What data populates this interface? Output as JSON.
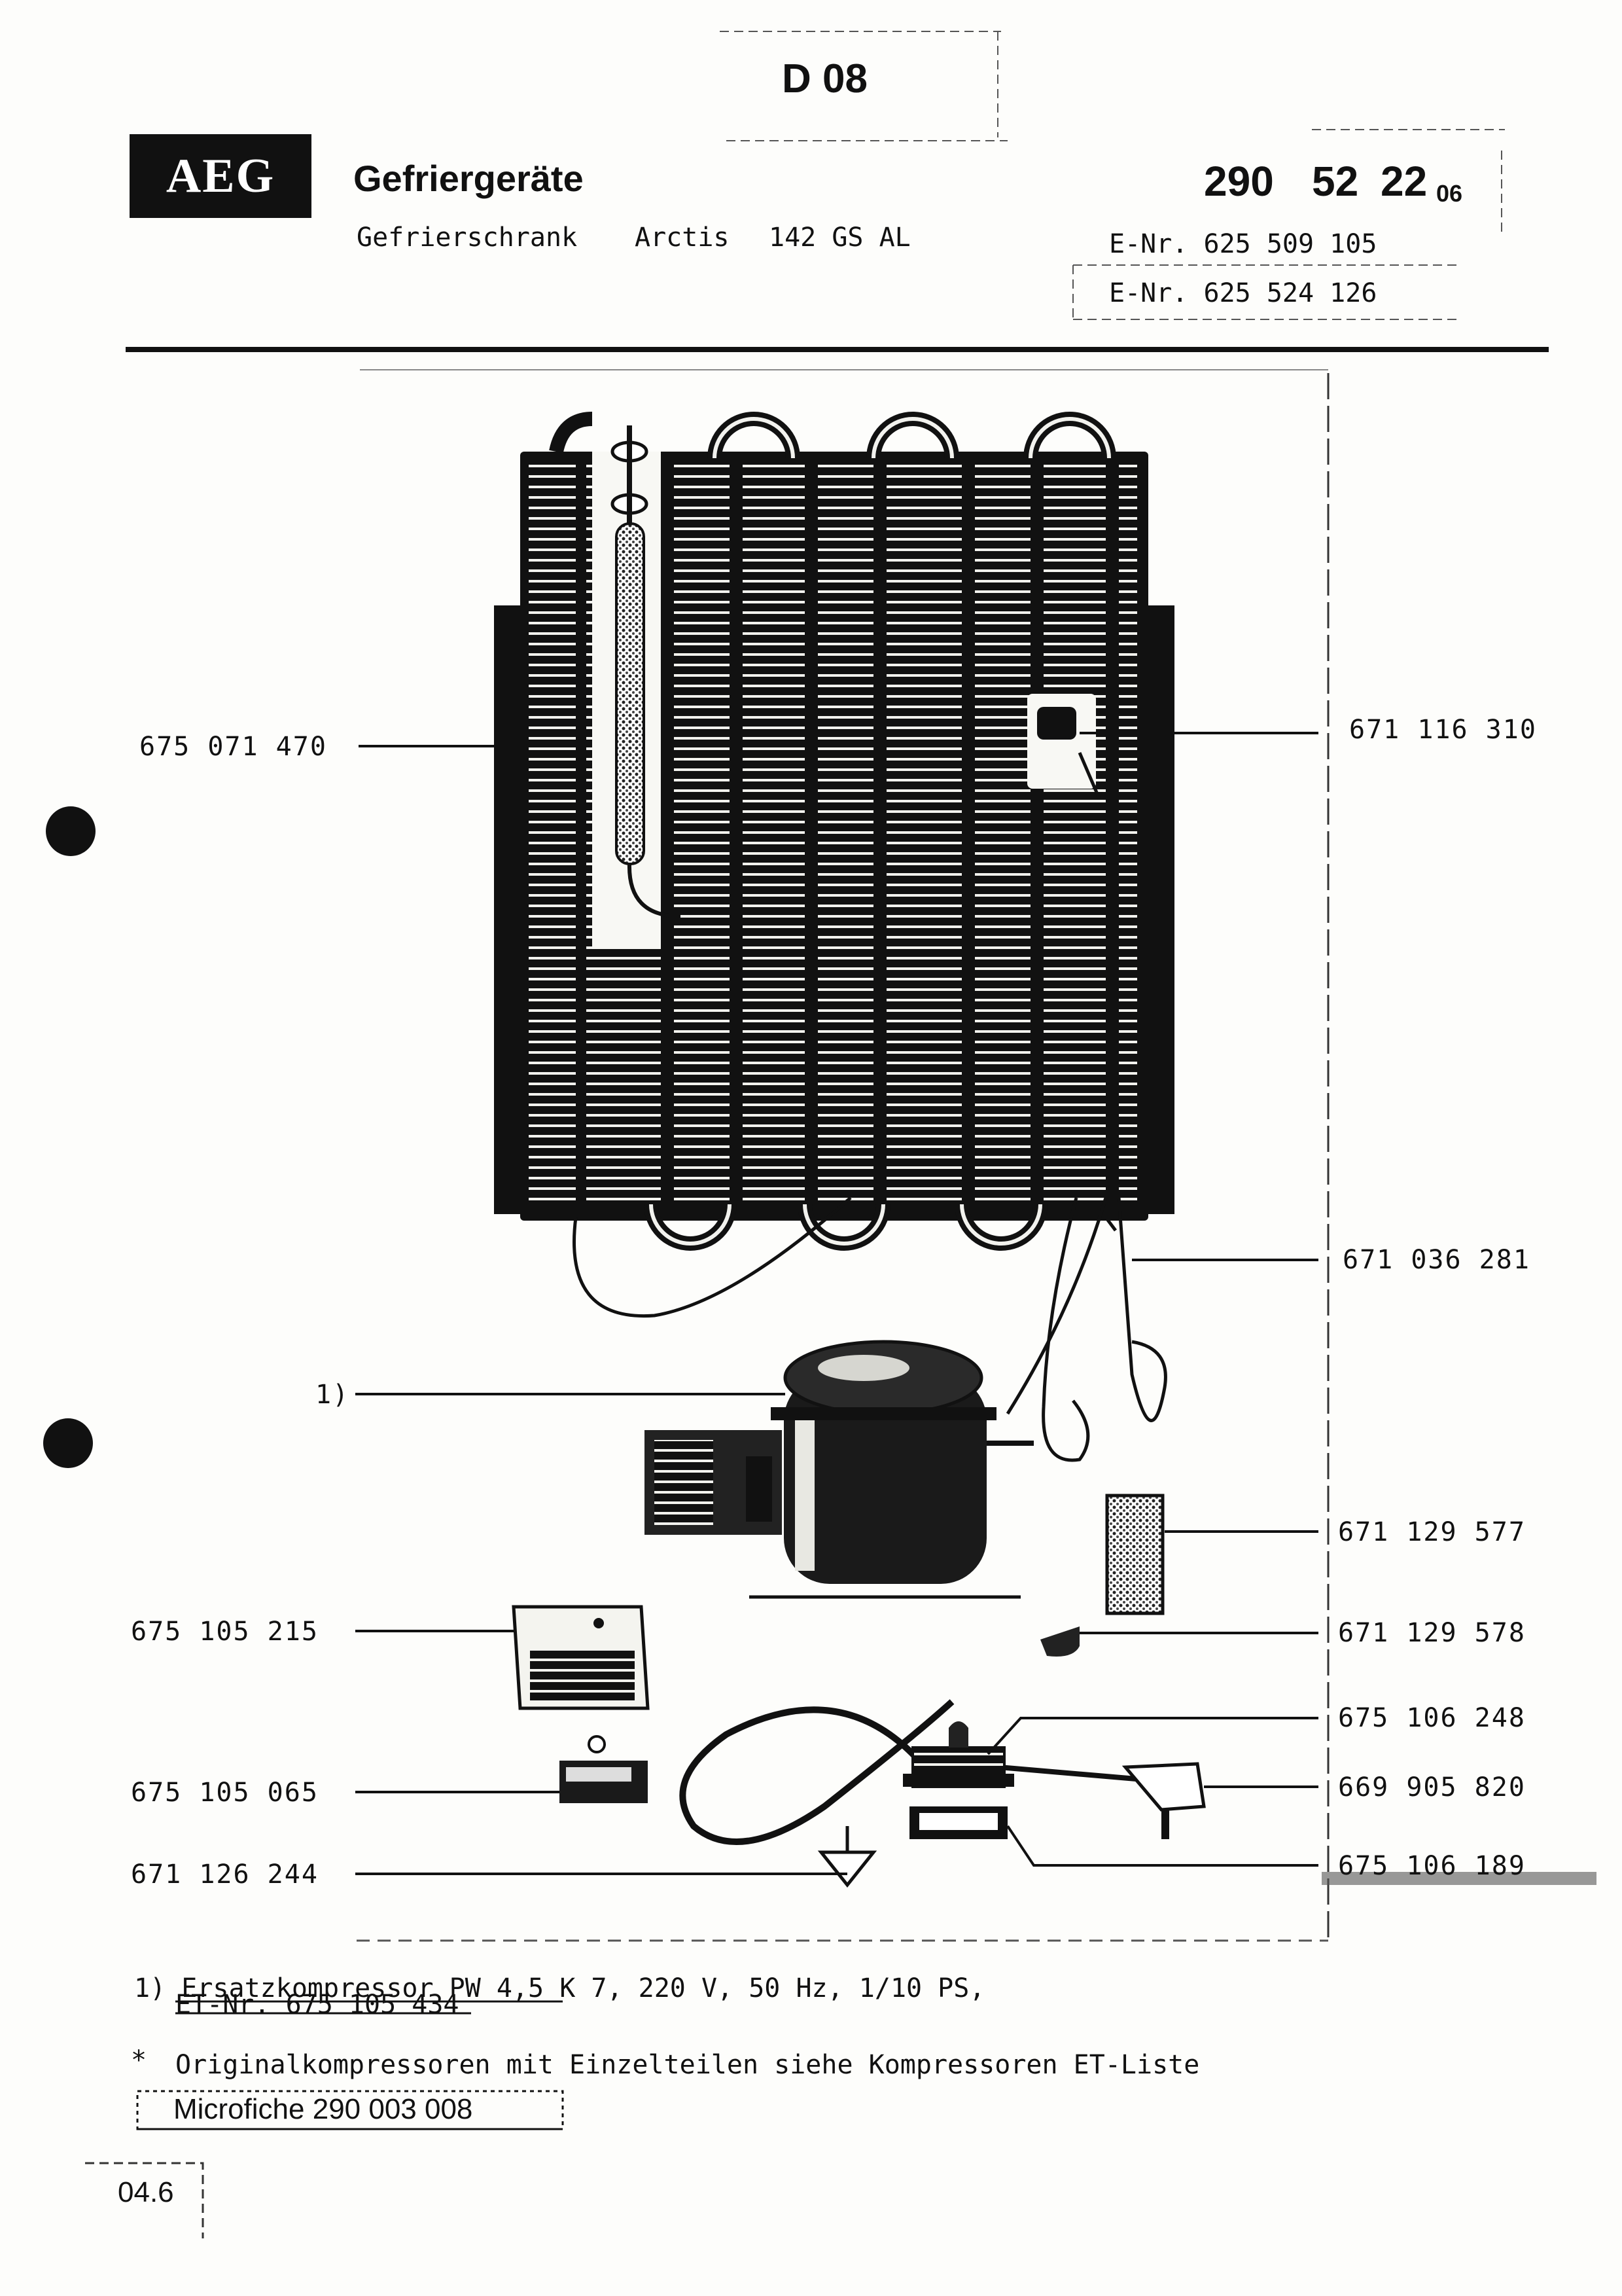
{
  "header": {
    "sheet_code": "D 08",
    "brand_logo": "AEG",
    "category_title": "Gefriergeräte",
    "model_label": "Gefrierschrank",
    "model_name": "Arctis",
    "model_number": "142 GS AL",
    "doc_number_a": "290",
    "doc_number_b": "52",
    "doc_number_c": "22",
    "doc_number_suffix": "06",
    "e_nr_1": "E-Nr. 625 509 105",
    "e_nr_2": "E-Nr. 625 524 126"
  },
  "parts": {
    "left_1": "675 071 470",
    "left_2_marker": "1)",
    "left_3": "675 105 215",
    "left_4": "675 105 065",
    "left_5": "671 126 244",
    "right_1": "671 116 310",
    "right_2": "671 036 281",
    "right_3": "671 129 577",
    "right_4": "671 129 578",
    "right_5": "675 106 248",
    "right_6": "669 905 820",
    "right_7": "675 106 189"
  },
  "footnotes": {
    "note1_line1": "1) Ersatzkompressor PW 4,5 K 7, 220 V, 50 Hz, 1/10 PS,",
    "note1_line2": "ET-Nr. 675 105 434",
    "note2_star": "*",
    "note2_text": "Originalkompressoren mit Einzelteilen siehe Kompressoren ET-Liste",
    "microfiche": "Microfiche 290 003 008",
    "page_code": "04.6"
  }
}
